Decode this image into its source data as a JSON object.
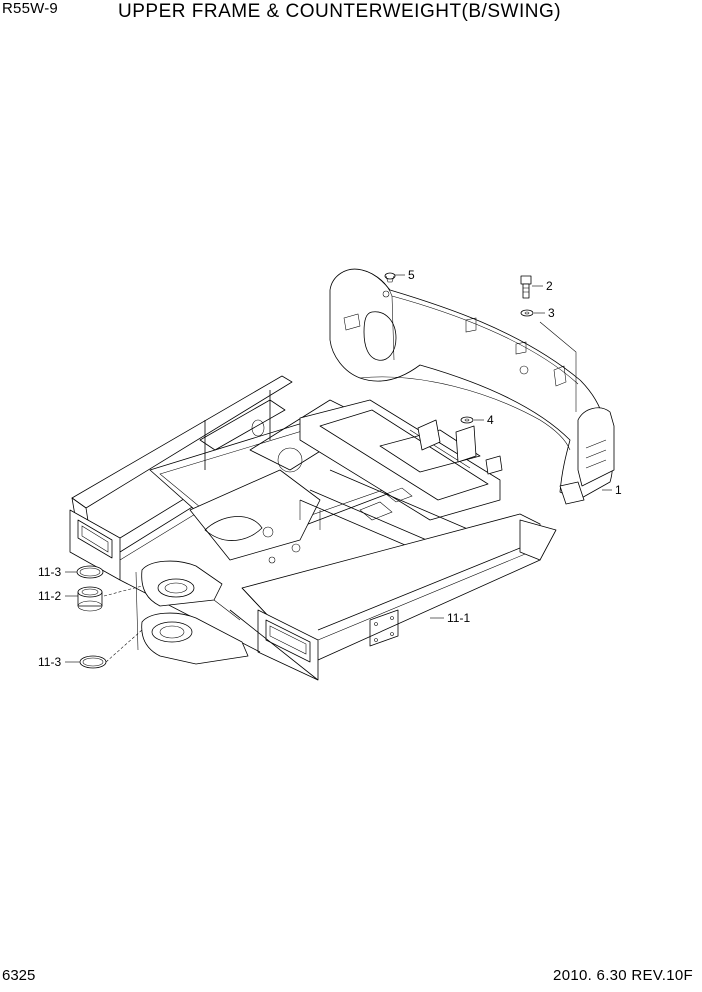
{
  "header": {
    "model": "R55W-9",
    "title": "UPPER FRAME & COUNTERWEIGHT(B/SWING)"
  },
  "footer": {
    "page_number": "6325",
    "revision": "2010. 6.30  REV.10F"
  },
  "callouts": [
    {
      "id": "counterweight",
      "label": "1"
    },
    {
      "id": "bolt",
      "label": "2"
    },
    {
      "id": "washer",
      "label": "3"
    },
    {
      "id": "nut",
      "label": "4"
    },
    {
      "id": "cap",
      "label": "5"
    },
    {
      "id": "upper-frame",
      "label": "11-1"
    },
    {
      "id": "bushing",
      "label": "11-2"
    },
    {
      "id": "seal-ring-top",
      "label": "11-3"
    },
    {
      "id": "seal-ring-bottom",
      "label": "11-3"
    }
  ]
}
